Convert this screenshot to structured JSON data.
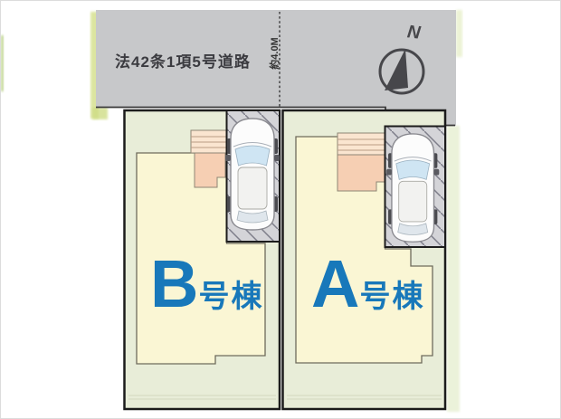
{
  "road": {
    "label": "法42条1項5号道路",
    "width_label": "約4.0M",
    "surface_color": "#c7c8ca",
    "label_color": "#3b3b40"
  },
  "compass": {
    "north_label": "N",
    "color": "#47474b"
  },
  "lots": [
    {
      "id": "B",
      "letter": "B",
      "suffix": "号棟",
      "label": "B号棟"
    },
    {
      "id": "A",
      "letter": "A",
      "suffix": "号棟",
      "label": "A号棟"
    }
  ],
  "colors": {
    "lot_fill": "#e8edd8",
    "building_fill": "#faf6d4",
    "building_outline": "#6e6b5c",
    "parking_fill": "#d4d4d8",
    "parking_hatch": "#7e7e8a",
    "steps_fill": "#fae5d0",
    "porch_fill": "#f6cfb3",
    "label_blue": "#1878ba",
    "boundary_black": "#1c1c1c",
    "greenery": "#d6e190"
  }
}
